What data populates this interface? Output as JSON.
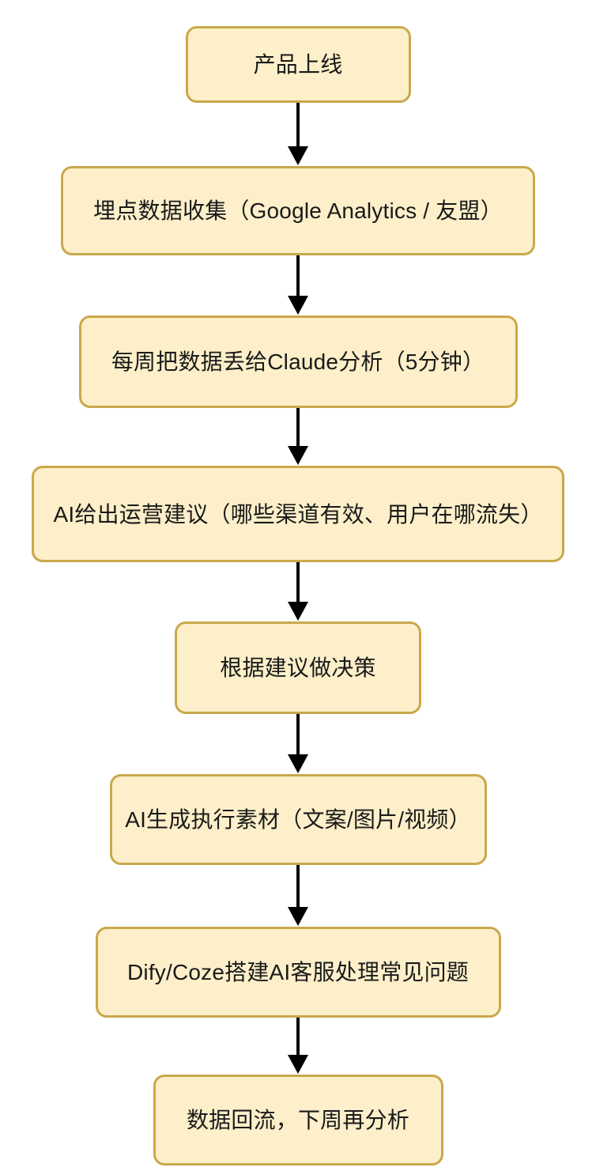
{
  "diagram": {
    "type": "flowchart",
    "orientation": "top-to-bottom",
    "background_color": "#ffffff",
    "node_fill_color": "#fcefc9",
    "node_border_color": "#c9a84c",
    "node_text_color": "#1a1a1a",
    "arrow_color": "#000000",
    "nodes": [
      {
        "id": "n1",
        "label": "产品上线"
      },
      {
        "id": "n2",
        "label": "埋点数据收集（Google Analytics / 友盟）"
      },
      {
        "id": "n3",
        "label": "每周把数据丢给Claude分析（5分钟）"
      },
      {
        "id": "n4",
        "label": "AI给出运营建议（哪些渠道有效、用户在哪流失）"
      },
      {
        "id": "n5",
        "label": "根据建议做决策"
      },
      {
        "id": "n6",
        "label": "AI生成执行素材（文案/图片/视频）"
      },
      {
        "id": "n7",
        "label": "Dify/Coze搭建AI客服处理常见问题"
      },
      {
        "id": "n8",
        "label": "数据回流，下周再分析"
      }
    ],
    "edges": [
      {
        "from": "n1",
        "to": "n2",
        "label": ""
      },
      {
        "from": "n2",
        "to": "n3",
        "label": ""
      },
      {
        "from": "n3",
        "to": "n4",
        "label": ""
      },
      {
        "from": "n4",
        "to": "n5",
        "label": ""
      },
      {
        "from": "n5",
        "to": "n6",
        "label": ""
      },
      {
        "from": "n6",
        "to": "n7",
        "label": ""
      },
      {
        "from": "n7",
        "to": "n8",
        "label": ""
      }
    ]
  }
}
